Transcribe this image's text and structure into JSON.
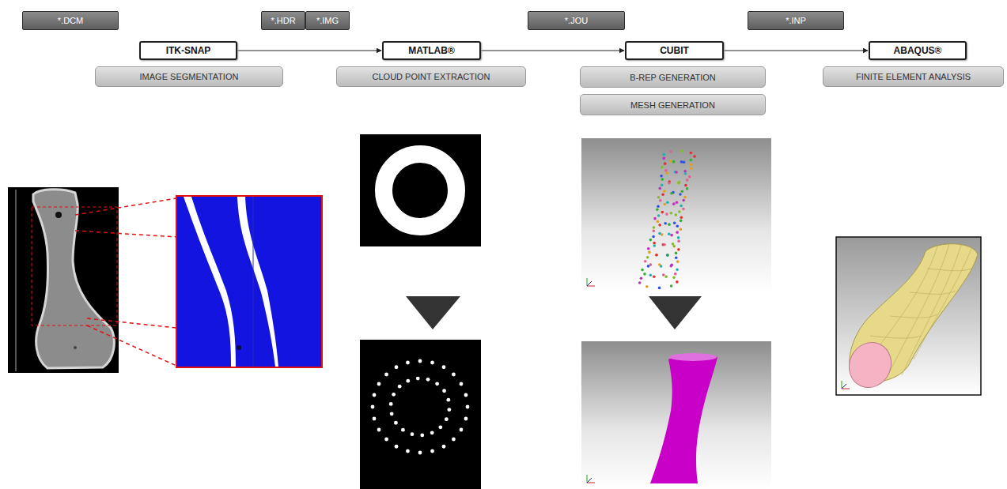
{
  "diagram": {
    "nodes": [
      {
        "text": [
          "*.DCM"
        ]
      },
      {
        "text": [
          "*.HDR"
        ]
      },
      {
        "text": [
          "*.IMG"
        ]
      },
      {
        "text": [
          "*.JOU"
        ]
      },
      {
        "text": [
          "*.INP"
        ]
      },
      {
        "text": [
          "ITK-SNAP"
        ]
      },
      {
        "text": [
          "MATLAB®"
        ]
      },
      {
        "text": [
          "CUBIT"
        ]
      },
      {
        "text": [
          "ABAQUS®"
        ]
      },
      {
        "text": [
          "IMAGE SEGMENTATION"
        ]
      },
      {
        "text": [
          "CLOUD POINT EXTRACTION"
        ]
      },
      {
        "text": [
          "B-REP GENERATION"
        ]
      },
      {
        "text": [
          "MESH GENERATION"
        ]
      },
      {
        "text": [
          "FINITE ELEMENT ANALYSIS"
        ]
      }
    ],
    "edges": [
      {
        "from": 5,
        "to": 6,
        "arrow": "to"
      },
      {
        "from": 6,
        "to": 7,
        "arrow": "to"
      },
      {
        "from": 7,
        "to": 8,
        "arrow": "to"
      }
    ]
  }
}
